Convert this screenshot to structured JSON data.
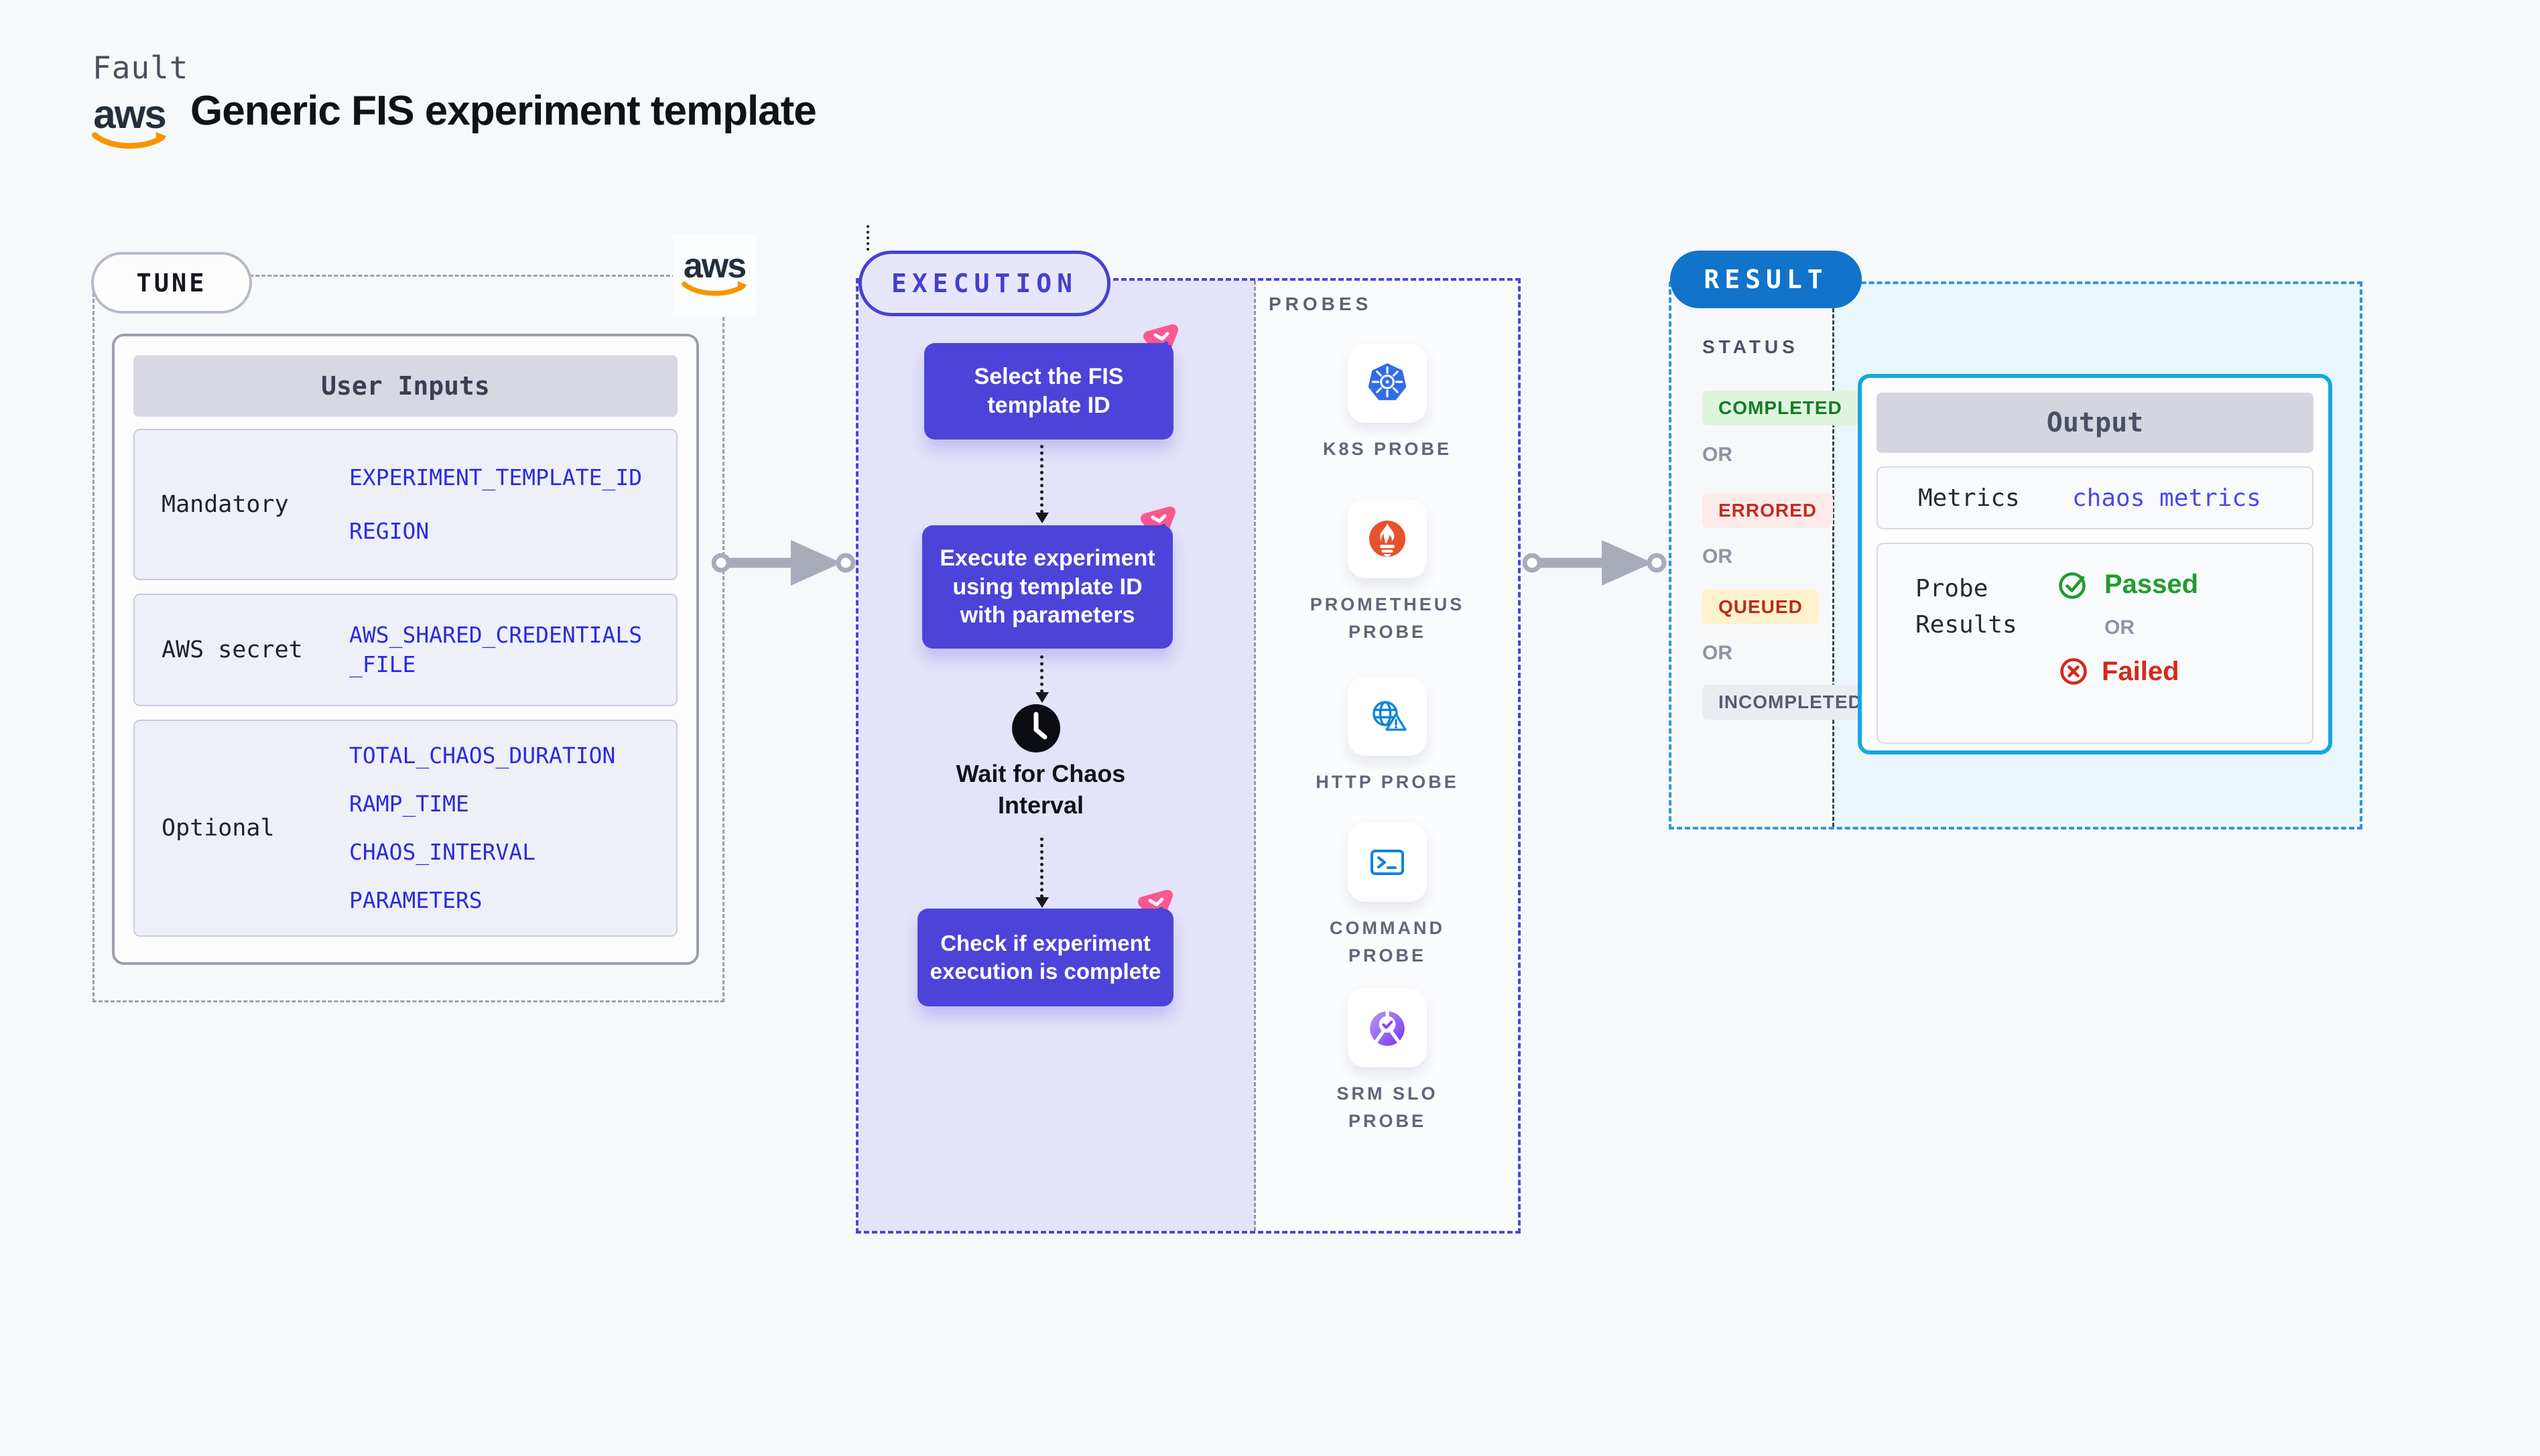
{
  "header": {
    "brand": "Fault",
    "title": "Generic FIS experiment template"
  },
  "aws": {
    "logo_text": "aws"
  },
  "tune": {
    "label": "TUNE",
    "card": {
      "header": "User Inputs",
      "rows": [
        {
          "label": "Mandatory",
          "values": [
            "EXPERIMENT_TEMPLATE_ID",
            "REGION"
          ]
        },
        {
          "label": "AWS secret",
          "values": [
            "AWS_SHARED_CREDENTIALS_FILE"
          ]
        },
        {
          "label": "Optional",
          "values": [
            "TOTAL_CHAOS_DURATION",
            "RAMP_TIME",
            "CHAOS_INTERVAL",
            "PARAMETERS"
          ]
        }
      ]
    }
  },
  "execution": {
    "label": "EXECUTION",
    "steps": [
      "Select the FIS template ID",
      "Execute experiment using template ID with parameters",
      "Check if experiment execution is complete"
    ],
    "wait_label": "Wait for Chaos Interval",
    "probes": {
      "heading": "PROBES",
      "items": [
        {
          "label": "K8S PROBE",
          "icon": "kubernetes-icon"
        },
        {
          "label": "PROMETHEUS PROBE",
          "icon": "prometheus-icon"
        },
        {
          "label": "HTTP PROBE",
          "icon": "http-globe-icon"
        },
        {
          "label": "COMMAND PROBE",
          "icon": "terminal-icon"
        },
        {
          "label": "SRM SLO PROBE",
          "icon": "srm-slo-icon"
        }
      ]
    }
  },
  "result": {
    "label": "RESULT",
    "status_heading": "STATUS",
    "or_label": "OR",
    "statuses": [
      {
        "label": "COMPLETED",
        "bg": "#def4de",
        "fg": "#157d22"
      },
      {
        "label": "ERRORED",
        "bg": "#fcebe9",
        "fg": "#c42a20"
      },
      {
        "label": "QUEUED",
        "bg": "#fdf2cb",
        "fg": "#bb2a1f"
      },
      {
        "label": "INCOMPLETED",
        "bg": "#ebecf2",
        "fg": "#575c70"
      }
    ],
    "output": {
      "header": "Output",
      "metrics_label": "Metrics",
      "metrics_value": "chaos metrics",
      "probe_results_label": "Probe Results",
      "passed_label": "Passed",
      "failed_label": "Failed"
    }
  },
  "colors": {
    "page_bg": "#f7f8fa",
    "flow_box_indigo": "#4c44d8",
    "execution_border": "#4a47d6",
    "execution_bg": "#e3e3f9",
    "tune_border": "#9ba0ac",
    "result_border": "#2b97dd",
    "result_pill_blue": "#1173ca",
    "result_panel_bg": "#e9f6fc",
    "output_border": "#15a7e0",
    "value_blue": "#2b2be0",
    "aws_orange": "#f79400",
    "litmus_badge_pink": "#fb5790",
    "passed_green": "#1f9c31",
    "failed_red": "#d5281b",
    "k8s_blue": "#326ce5",
    "prometheus_orange": "#e6522c",
    "probe_icon_blue": "#0d83dc",
    "srm_purple": "#8b46f2",
    "arrow_gray": "#a8acba"
  }
}
